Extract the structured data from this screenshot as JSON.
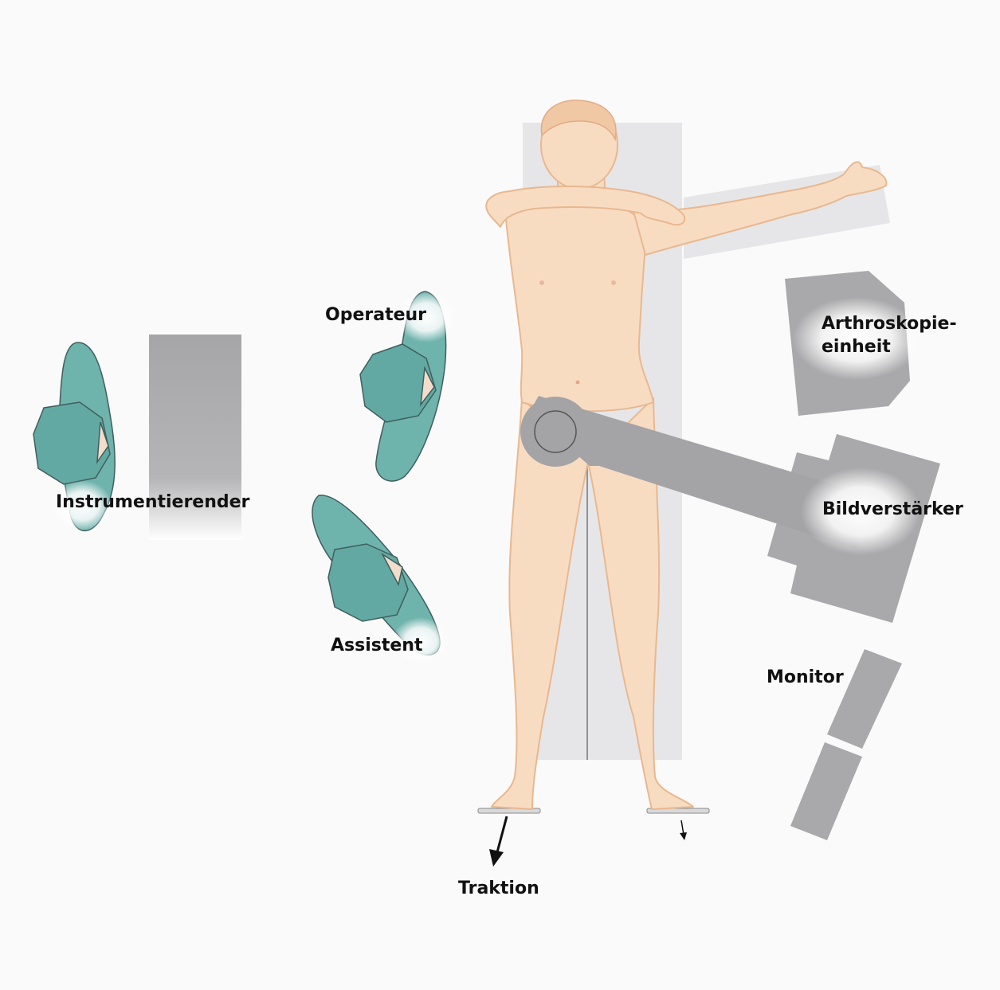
{
  "labels": {
    "operateur": "Operateur",
    "assistent": "Assistent",
    "instrumentierender": "Instrumentierender",
    "arthroskopie_line1": "Arthroskopie-",
    "arthroskopie_line2": "einheit",
    "bildverstaerker": "Bildverstärker",
    "monitor": "Monitor",
    "traktion": "Traktion"
  },
  "colors": {
    "background": "#fafafa",
    "table": "#e6e6e8",
    "skin": "#f8dcc2",
    "skin_outline": "#e8b890",
    "staff": "#6fb3ad",
    "staff_outline": "#3f5e5c",
    "equipment": "#a9a9ab",
    "equipment_dark": "#8f8f92",
    "arrow": "#111111"
  },
  "icons": {
    "staff": "person-top-view-icon",
    "traction": "arrow-icon"
  }
}
